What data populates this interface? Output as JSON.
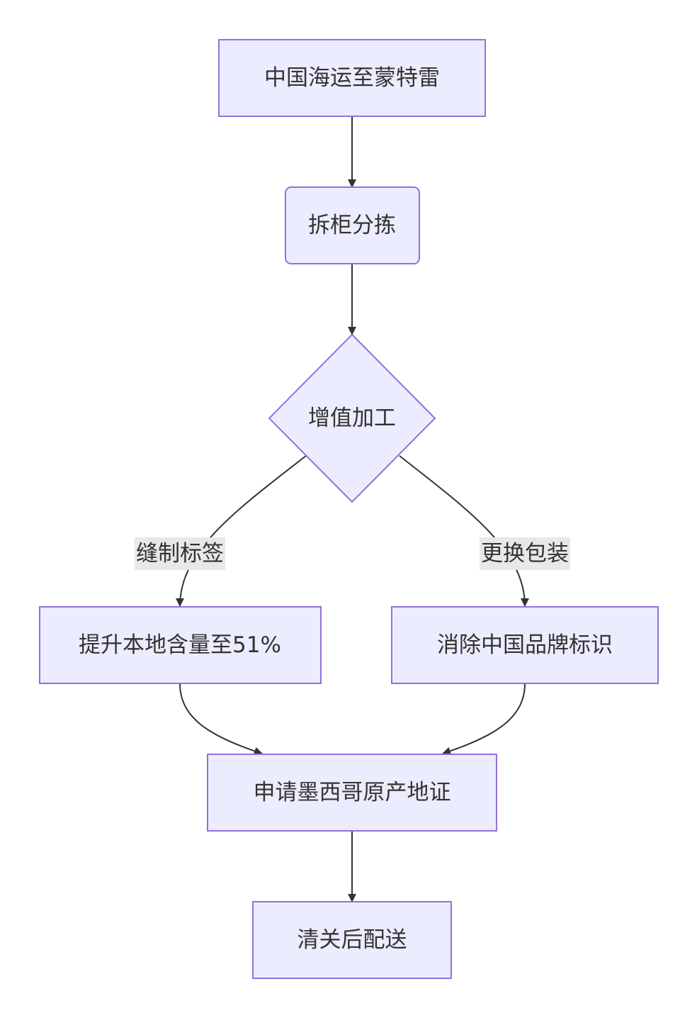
{
  "nodes": {
    "start": "中国海运至蒙特雷",
    "unload": "拆柜分拣",
    "process": "增值加工",
    "local": "提升本地含量至51%",
    "remove": "消除中国品牌标识",
    "certify": "申请墨西哥原产地证",
    "deliver": "清关后配送"
  },
  "edges": {
    "left_label": "缝制标签",
    "right_label": "更换包装"
  },
  "colors": {
    "node_fill": "#ECECFF",
    "node_stroke": "#9370DB",
    "edge": "#333333",
    "label_bg": "#E8E8E8"
  }
}
